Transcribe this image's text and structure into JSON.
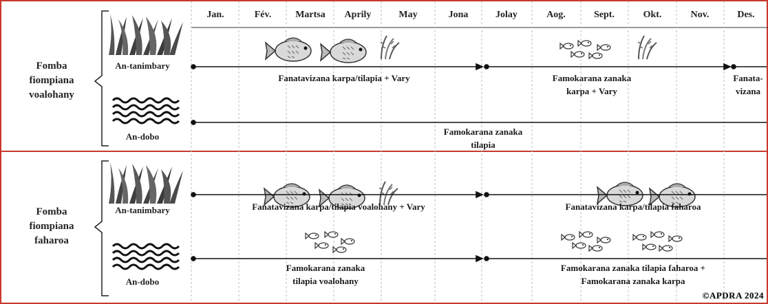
{
  "months": [
    "Jan.",
    "Fév.",
    "Martsa",
    "Aprily",
    "May",
    "Jona",
    "Jolay",
    "Aog.",
    "Sept.",
    "Okt.",
    "Nov.",
    "Des."
  ],
  "systems": [
    {
      "name": "Fomba fiompiana voalohany",
      "rows": [
        {
          "label": "An-tanimbary"
        },
        {
          "label": "An-dobo"
        }
      ],
      "activities": [
        "Fanatavizana karpa/tilapia + Vary",
        "Famokarana zanaka karpa + Vary",
        "Fanata-vizana",
        "Famokarana zanaka tilapia"
      ]
    },
    {
      "name": "Fomba fiompiana faharoa",
      "rows": [
        {
          "label": "An-tanimbary"
        },
        {
          "label": "An-dobo"
        }
      ],
      "activities": [
        "Fanatavizana karpa/tilapia voalohany + Vary",
        "Fanatavizana karpa/tilapia faharoa",
        "Famokarana zanaka tilapia voalohany",
        "Famokarana zanaka tilapia faharoa + Famokarana zanaka karpa"
      ]
    }
  ],
  "copyright": "©APDRA 2024",
  "icons": [
    "rice-plant-icon",
    "pond-water-icon",
    "carp-icon",
    "tilapia-icon",
    "fingerlings-icon"
  ],
  "colors": {
    "line": "#111111",
    "border": "#c8372d",
    "grid": "#bdbdbd"
  }
}
